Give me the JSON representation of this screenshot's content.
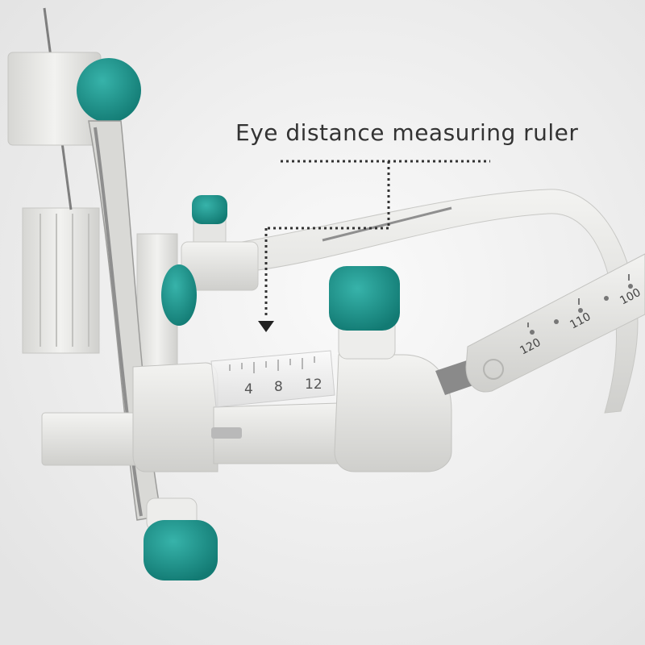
{
  "annotation": {
    "label": "Eye distance measuring ruler"
  },
  "scale_labels": {
    "right_arm": [
      "100",
      "110",
      "120"
    ],
    "small_ruler": [
      "4",
      "8",
      "12"
    ]
  },
  "colors": {
    "background": "#f2f2f2",
    "teal_cap": "#1f9a92",
    "plastic_light": "#e8e8e6",
    "plastic_shadow": "#cfcfcc",
    "metal": "#9a9a9a"
  }
}
